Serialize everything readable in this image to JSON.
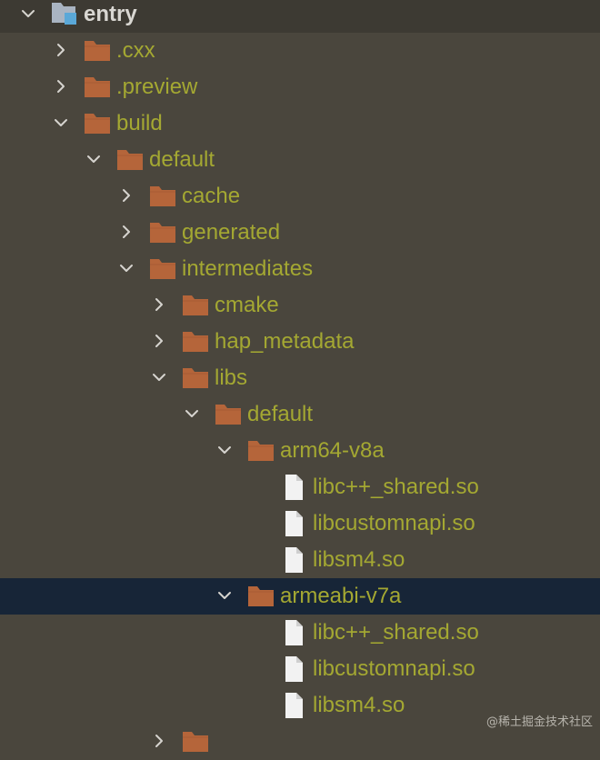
{
  "tree": [
    {
      "label": "entry",
      "depth": 0,
      "expanded": true,
      "type": "module",
      "top": true
    },
    {
      "label": ".cxx",
      "depth": 1,
      "expanded": false,
      "type": "folder"
    },
    {
      "label": ".preview",
      "depth": 1,
      "expanded": false,
      "type": "folder"
    },
    {
      "label": "build",
      "depth": 1,
      "expanded": true,
      "type": "folder"
    },
    {
      "label": "default",
      "depth": 2,
      "expanded": true,
      "type": "folder"
    },
    {
      "label": "cache",
      "depth": 3,
      "expanded": false,
      "type": "folder"
    },
    {
      "label": "generated",
      "depth": 3,
      "expanded": false,
      "type": "folder"
    },
    {
      "label": "intermediates",
      "depth": 3,
      "expanded": true,
      "type": "folder"
    },
    {
      "label": "cmake",
      "depth": 4,
      "expanded": false,
      "type": "folder"
    },
    {
      "label": "hap_metadata",
      "depth": 4,
      "expanded": false,
      "type": "folder"
    },
    {
      "label": "libs",
      "depth": 4,
      "expanded": true,
      "type": "folder"
    },
    {
      "label": "default",
      "depth": 5,
      "expanded": true,
      "type": "folder"
    },
    {
      "label": "arm64-v8a",
      "depth": 6,
      "expanded": true,
      "type": "folder"
    },
    {
      "label": "libc++_shared.so",
      "depth": 7,
      "type": "file"
    },
    {
      "label": "libcustomnapi.so",
      "depth": 7,
      "type": "file"
    },
    {
      "label": "libsm4.so",
      "depth": 7,
      "type": "file"
    },
    {
      "label": "armeabi-v7a",
      "depth": 6,
      "expanded": true,
      "type": "folder",
      "selected": true
    },
    {
      "label": "libc++_shared.so",
      "depth": 7,
      "type": "file"
    },
    {
      "label": "libcustomnapi.so",
      "depth": 7,
      "type": "file"
    },
    {
      "label": "libsm4.so",
      "depth": 7,
      "type": "file"
    },
    {
      "label": "",
      "depth": 4,
      "expanded": false,
      "type": "folder"
    }
  ],
  "colors": {
    "background": "#4a463d",
    "selected_row": "#172537",
    "label": "#a4a832",
    "folder": "#b5653a",
    "file": "#f2f2f2"
  },
  "watermark": "@稀土掘金技术社区"
}
